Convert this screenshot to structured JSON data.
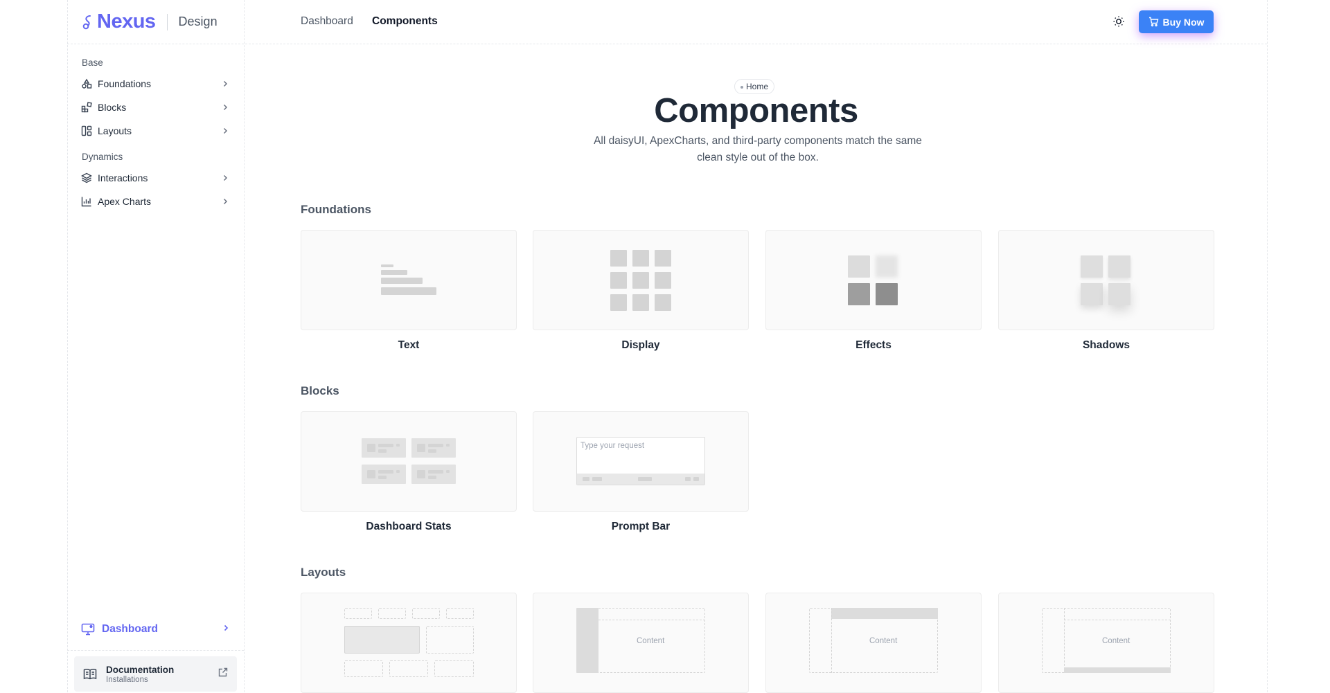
{
  "brand": {
    "name": "Nexus",
    "sub": "Design"
  },
  "sidebar": {
    "groups": [
      {
        "title": "Base",
        "items": [
          {
            "label": "Foundations",
            "icon": "shapes-icon"
          },
          {
            "label": "Blocks",
            "icon": "blocks-icon"
          },
          {
            "label": "Layouts",
            "icon": "layout-icon"
          }
        ]
      },
      {
        "title": "Dynamics",
        "items": [
          {
            "label": "Interactions",
            "icon": "layers-icon"
          },
          {
            "label": "Apex Charts",
            "icon": "chart-icon"
          }
        ]
      }
    ],
    "dashboard_label": "Dashboard",
    "doc": {
      "title": "Documentation",
      "subtitle": "Installations"
    }
  },
  "topbar": {
    "links": [
      "Dashboard",
      "Components"
    ],
    "active": "Components",
    "buy_label": "Buy Now"
  },
  "page": {
    "breadcrumb": "Home",
    "title": "Components",
    "description": "All daisyUI, ApexCharts, and third-party components match the same clean style out of the box."
  },
  "sections": [
    {
      "title": "Foundations",
      "cards": [
        "Text",
        "Display",
        "Effects",
        "Shadows"
      ]
    },
    {
      "title": "Blocks",
      "cards": [
        "Dashboard Stats",
        "Prompt Bar"
      ]
    },
    {
      "title": "Layouts",
      "cards": [
        "",
        "",
        "",
        ""
      ]
    }
  ],
  "prompt_placeholder": "Type your request",
  "layout_content_label": "Content",
  "colors": {
    "accent": "#6366f1",
    "button": "#3b82f6",
    "glow": "#a855f7"
  }
}
